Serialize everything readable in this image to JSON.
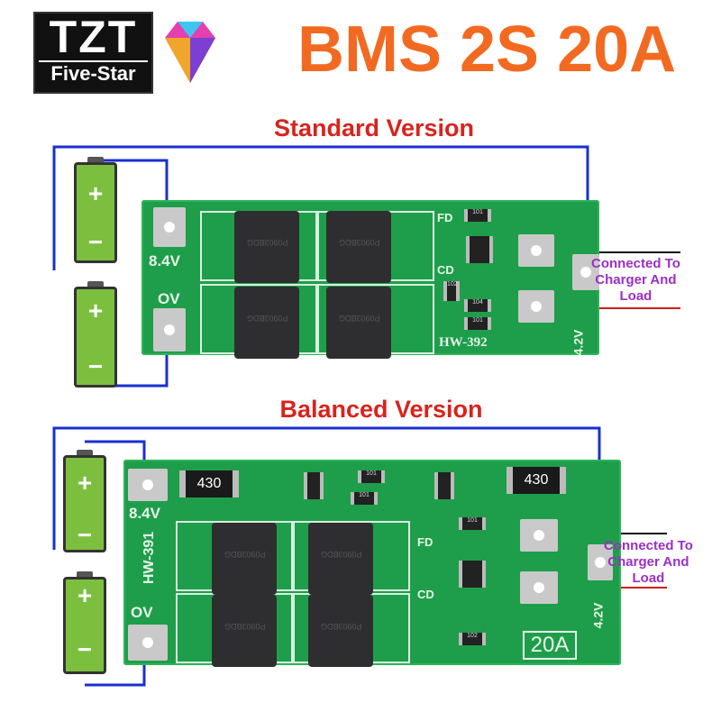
{
  "logo": {
    "brand": "TZT",
    "sub": "Five-Star"
  },
  "title": "BMS 2S 20A",
  "standard": {
    "heading": "Standard Version",
    "v_top": "8.4V",
    "v_bottom": "OV",
    "model": "HW-392",
    "fd": "FD",
    "cd": "CD",
    "out": "4.2V",
    "chips": [
      "P0903BDG",
      "P0903BDG",
      "P0903BDG",
      "P0903BDG"
    ],
    "smd": [
      "101",
      "102",
      "104",
      "101"
    ]
  },
  "balanced": {
    "heading": "Balanced Version",
    "v_top": "8.4V",
    "v_bottom": "OV",
    "model": "HW-391",
    "fd": "FD",
    "cd": "CD",
    "out": "4.2V",
    "res_left": "430",
    "res_right": "430",
    "rating": "20A",
    "chips": [
      "P0903BDG",
      "P0903BDG",
      "P0903BDG",
      "P0903BDG"
    ],
    "smd": [
      "101",
      "101",
      "101",
      "102"
    ]
  },
  "connection_label": "Connected To Charger And Load",
  "battery": {
    "plus": "+",
    "minus": "−"
  },
  "colors": {
    "title": "#f26a21",
    "heading": "#d9231d",
    "pcb": "#1e9e4a",
    "wire": "#1a2fd0",
    "label": "#9b2fc4"
  }
}
